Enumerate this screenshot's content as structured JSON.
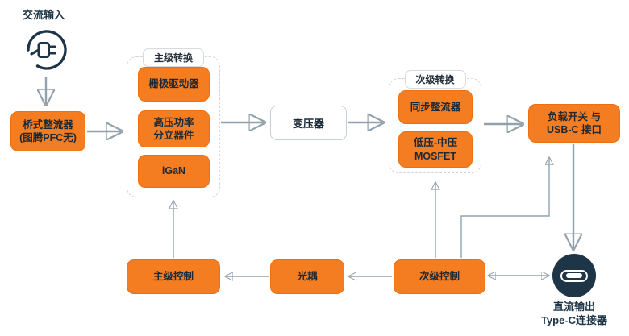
{
  "colors": {
    "accent_orange": "#f57d21",
    "orange_border": "#ee6f10",
    "navy": "#1d3547",
    "arrow_gray": "#93a1ad"
  },
  "ac_input": {
    "label": "交流输入"
  },
  "bridge_rectifier": {
    "line1": "桥式整流器",
    "line2": "(图腾PFC无)"
  },
  "primary_conversion": {
    "label": "主级转换",
    "gate_driver": "栅极驱动器",
    "hv_power_line1": "高压功率",
    "hv_power_line2": "分立器件",
    "igan": "iGaN"
  },
  "transformer": {
    "label": "变压器"
  },
  "secondary_conversion": {
    "label": "次级转换",
    "sync_rectifier": "同步整流器",
    "mosfet_line1": "低压-中压",
    "mosfet_line2": "MOSFET"
  },
  "load_switch": {
    "line1": "负载开关 与",
    "line2": "USB-C 接口"
  },
  "primary_control": {
    "label": "主级控制"
  },
  "optocoupler": {
    "label": "光耦"
  },
  "secondary_control": {
    "label": "次级控制"
  },
  "dc_output": {
    "line1": "直流输出",
    "line2": "Type-C连接器"
  }
}
